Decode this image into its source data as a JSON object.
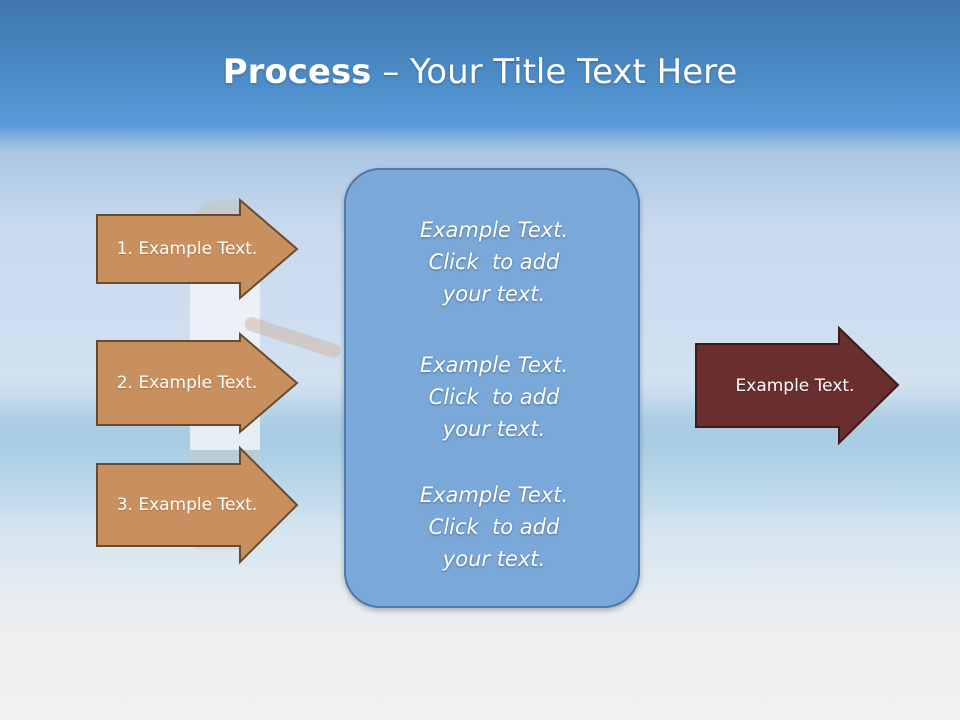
{
  "title": {
    "bold": "Process",
    "rest": " – Your Title Text Here"
  },
  "colors": {
    "step_arrow_fill": "#c8905f",
    "step_arrow_stroke": "#6b4a2c",
    "result_arrow_fill": "#6a2e2e",
    "result_arrow_stroke": "#3e1a1a",
    "center_box_fill": "#7aa8d8",
    "center_box_stroke": "#4e79a8"
  },
  "steps": [
    {
      "label": "1. Example Text."
    },
    {
      "label": "2. Example Text."
    },
    {
      "label": "3. Example Text."
    }
  ],
  "center_blocks": [
    {
      "lines": [
        "Example Text.",
        "Click  to add",
        "your text."
      ]
    },
    {
      "lines": [
        "Example Text.",
        "Click  to add",
        "your text."
      ]
    },
    {
      "lines": [
        "Example Text.",
        "Click  to add",
        "your text."
      ]
    }
  ],
  "result": {
    "label": "Example Text."
  }
}
